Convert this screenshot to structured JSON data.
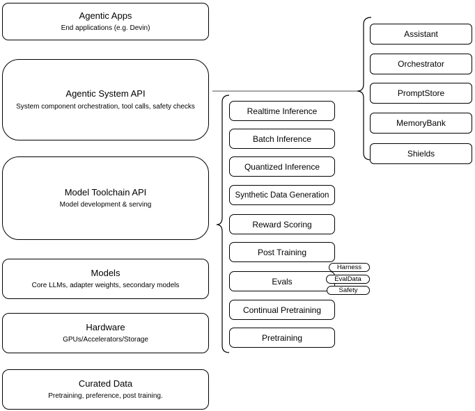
{
  "diagram": {
    "left_stack": [
      {
        "title": "Agentic Apps",
        "subtitle": "End applications (e.g. Devin)"
      },
      {
        "title": "Agentic System API",
        "subtitle": "System component orchestration, tool calls, safety checks"
      },
      {
        "title": "Model Toolchain API",
        "subtitle": "Model development & serving"
      },
      {
        "title": "Models",
        "subtitle": "Core LLMs, adapter weights, secondary models"
      },
      {
        "title": "Hardware",
        "subtitle": "GPUs/Accelerators/Storage"
      },
      {
        "title": "Curated Data",
        "subtitle": "Pretraining, preference, post training."
      }
    ],
    "toolchain_group": [
      {
        "label": "Realtime Inference"
      },
      {
        "label": "Batch Inference"
      },
      {
        "label": "Quantized Inference"
      },
      {
        "label": "Synthetic Data Generation"
      },
      {
        "label": "Reward Scoring"
      },
      {
        "label": "Post Training"
      },
      {
        "label": "Evals"
      },
      {
        "label": "Continual Pretraining"
      },
      {
        "label": "Pretraining"
      }
    ],
    "evals_tags": [
      {
        "label": "Harness"
      },
      {
        "label": "EvalData"
      },
      {
        "label": "Safety"
      }
    ],
    "system_group": [
      {
        "label": "Assistant"
      },
      {
        "label": "Orchestrator"
      },
      {
        "label": "PromptStore"
      },
      {
        "label": "MemoryBank"
      },
      {
        "label": "Shields"
      }
    ],
    "colors": {
      "border": "#000000",
      "background": "#ffffff",
      "connector": "#4d4d4d"
    }
  }
}
